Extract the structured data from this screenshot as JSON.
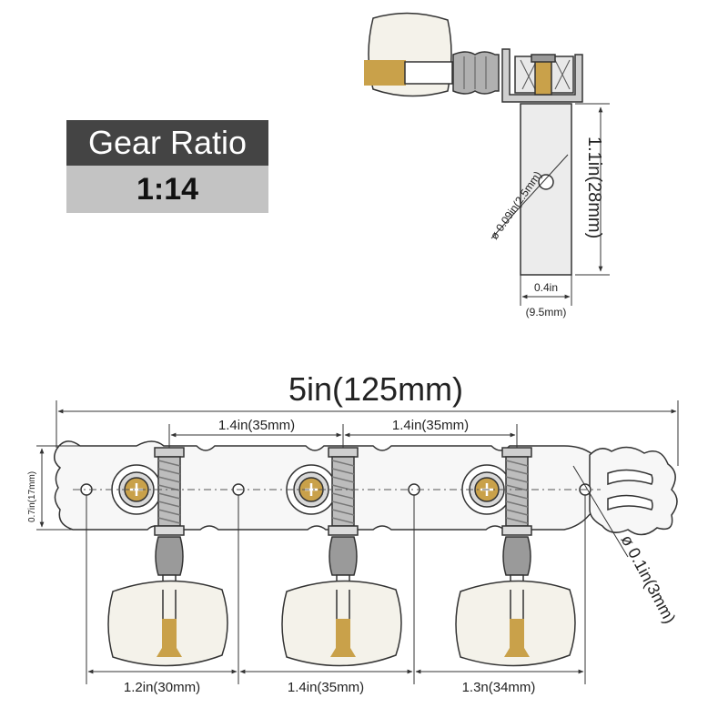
{
  "gear_ratio": {
    "title": "Gear Ratio",
    "value": "1:14"
  },
  "side_view": {
    "hole_diameter": "ø 0.09in(2.5mm)",
    "post_height": "1.1in(28mm)",
    "post_width_in": "0.4in",
    "post_width_mm": "(9.5mm)"
  },
  "front_view": {
    "total_length": "5in(125mm)",
    "spacing_1": "1.4in(35mm)",
    "spacing_2": "1.4in(35mm)",
    "plate_height": "0.7in(17mm)",
    "mount_hole_diameter": "ø 0.1in(3mm)",
    "bottom_1": "1.2in(30mm)",
    "bottom_2": "1.4in(35mm)",
    "bottom_3": "1.3n(34mm)"
  },
  "colors": {
    "line": "#333333",
    "metal": "#dcdcdc",
    "knob": "#f4f2ea",
    "brass": "#c9a14a",
    "gear_title_bg": "#444444",
    "gear_value_bg": "#c3c3c3"
  }
}
